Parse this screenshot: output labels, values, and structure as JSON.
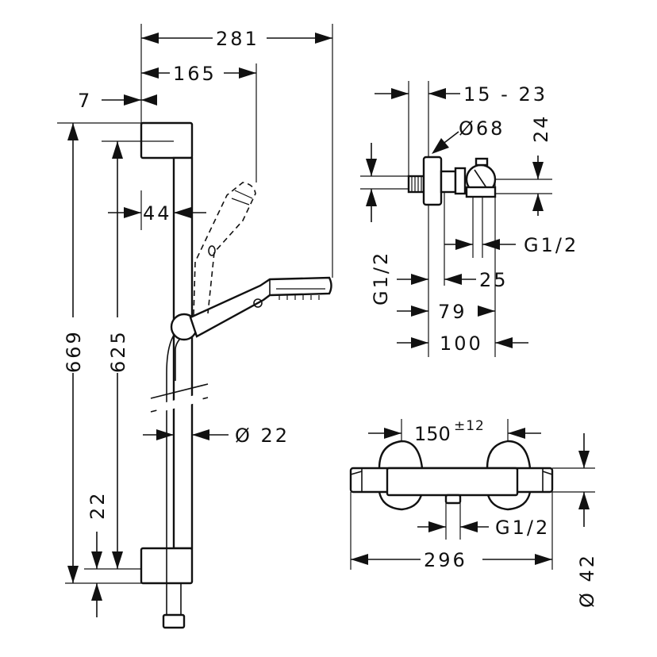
{
  "dimensions": {
    "rail_total_width": "281",
    "hand_shower_reach": "165",
    "bracket_offset": "7",
    "hand_shower_offset": "44",
    "rail_height": "669",
    "rail_centers": "625",
    "bracket_bottom": "22",
    "rail_diameter": "Ø 22",
    "eccentric_range": "15 - 23",
    "escutcheon_diameter": "Ø68",
    "mixer_depth_offset": "24",
    "inlet_thread": "G1/2",
    "outlet_thread_side": "G1/2",
    "depth_25": "25",
    "depth_79": "79",
    "depth_100": "100",
    "inlet_centers": "150",
    "inlet_centers_tolerance": "±12",
    "outlet_thread_bottom": "G1/2",
    "mixer_length": "296",
    "mixer_diameter": "Ø 42"
  }
}
